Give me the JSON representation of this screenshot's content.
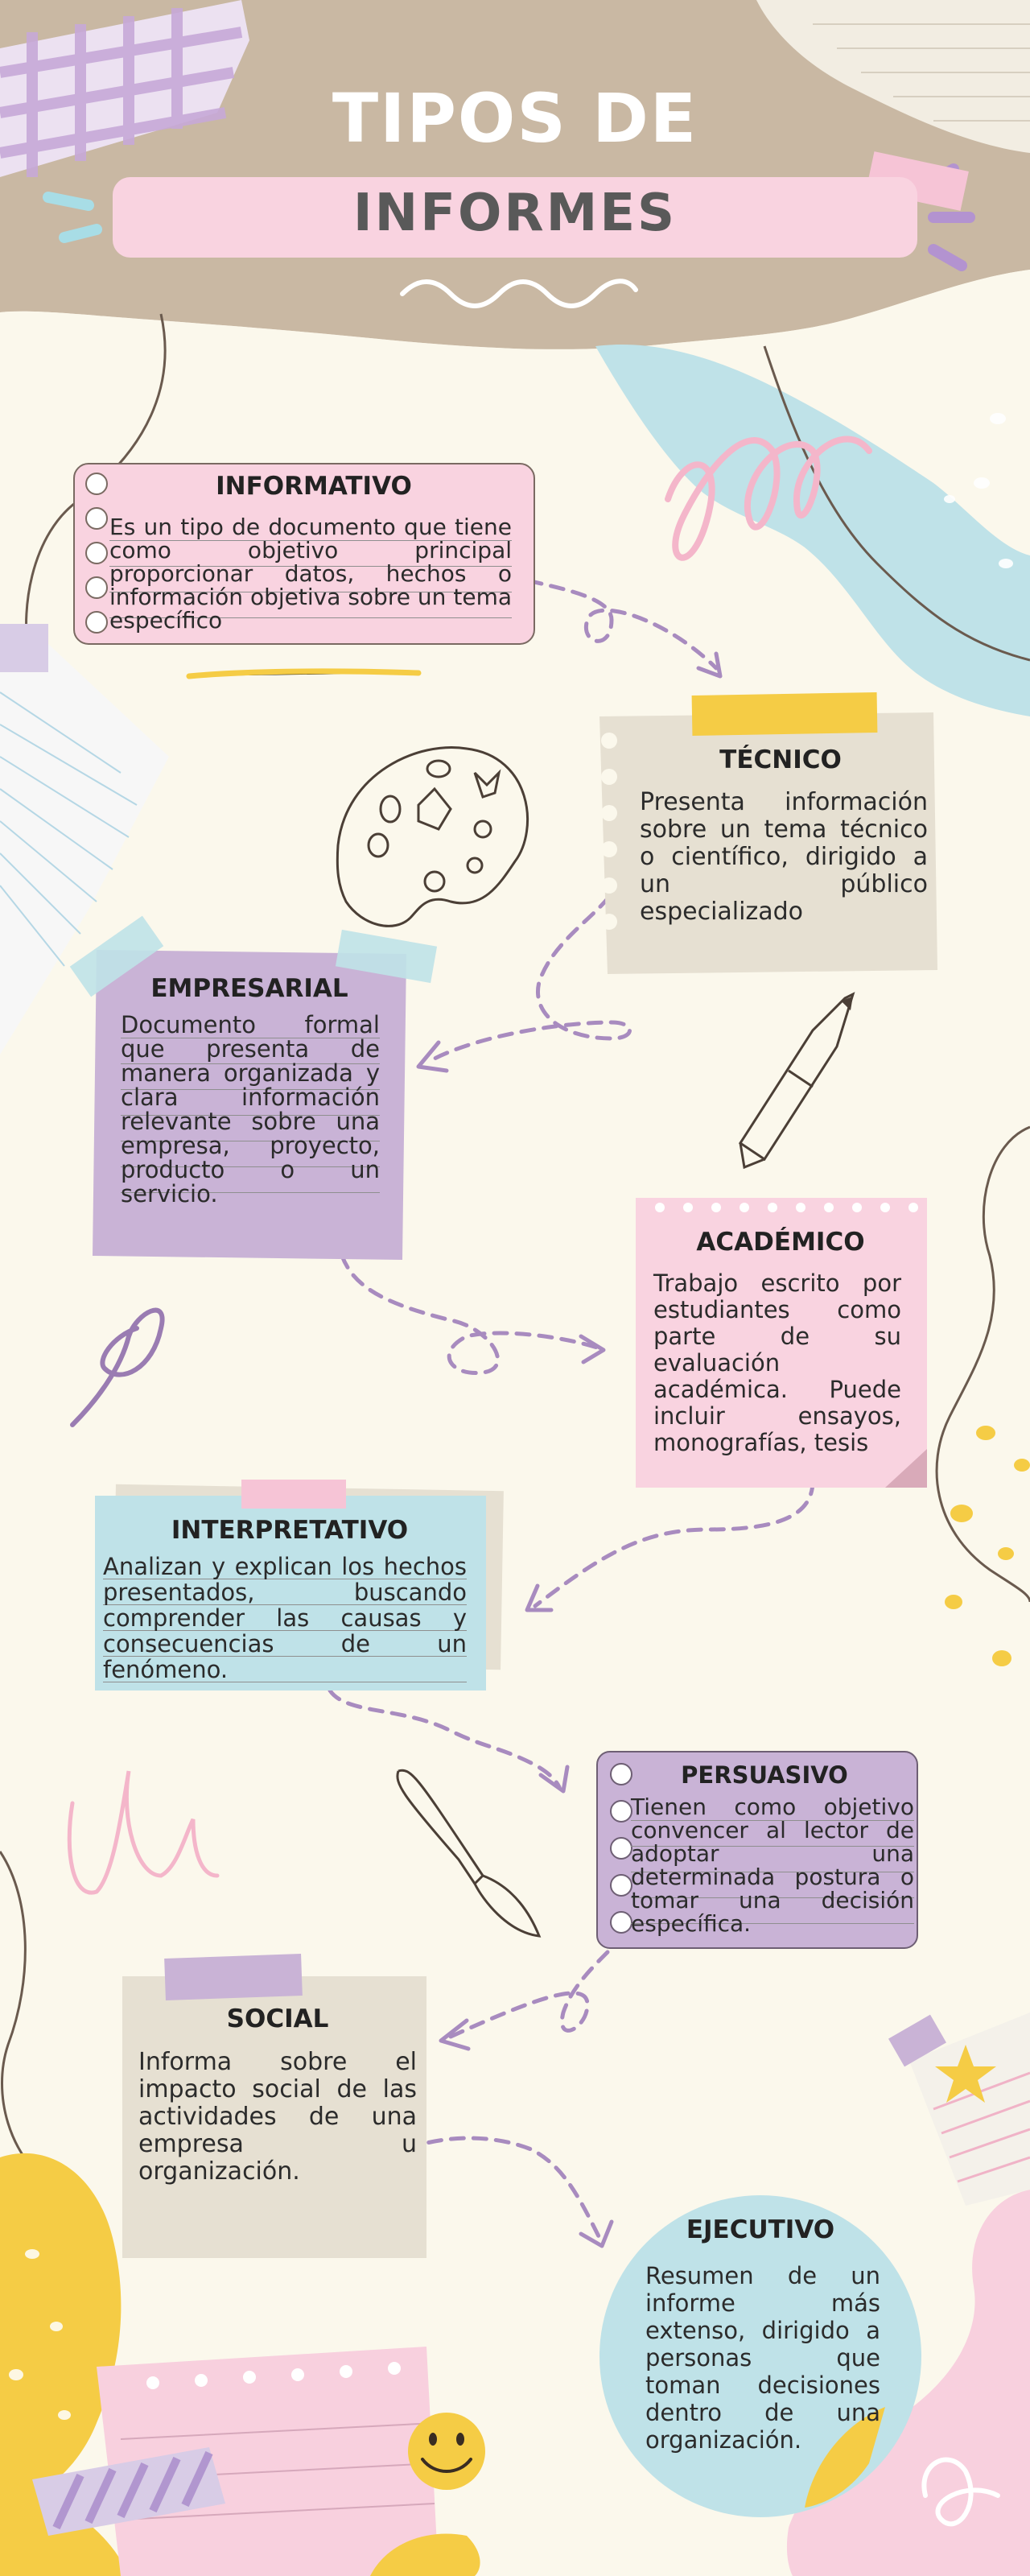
{
  "header": {
    "title_line1": "TIPOS DE",
    "title_line2": "INFORMES"
  },
  "colors": {
    "background": "#fbf8ec",
    "kraft": "#c9b8a3",
    "pink": "#f9d3e0",
    "purple": "#c9b3d6",
    "blue": "#bfe2e8",
    "beige": "#e6e0d2",
    "yellow": "#f5cc45",
    "arrow": "#a88bbf"
  },
  "cards": [
    {
      "id": "informativo",
      "title": "INFORMATIVO",
      "body": "Es un tipo de documento que tiene como objetivo principal proporcionar datos, hechos o información objetiva sobre un tema específico"
    },
    {
      "id": "tecnico",
      "title": "TÉCNICO",
      "body": "Presenta información sobre un tema técnico o científico, dirigido a un público especializado"
    },
    {
      "id": "empresarial",
      "title": "EMPRESARIAL",
      "body": "Documento formal que presenta de manera organizada y clara información relevante sobre una empresa, proyecto, producto o un servicio."
    },
    {
      "id": "academico",
      "title": "ACADÉMICO",
      "body": "Trabajo escrito por estudiantes como parte de su evaluación académica. Puede incluir ensayos, monografías, tesis"
    },
    {
      "id": "interpretativo",
      "title": "INTERPRETATIVO",
      "body": "Analizan y explican los hechos presentados, buscando comprender las causas y consecuencias de un fenómeno."
    },
    {
      "id": "persuasivo",
      "title": "PERSUASIVO",
      "body": "Tienen como objetivo convencer al lector de adoptar una determinada postura o tomar una decisión específica."
    },
    {
      "id": "social",
      "title": "SOCIAL",
      "body": "Informa sobre el impacto social de las actividades de una empresa u organización."
    },
    {
      "id": "ejecutivo",
      "title": "EJECUTIVO",
      "body": "Resumen de un informe más extenso, dirigido a personas que toman decisiones dentro de una organización."
    }
  ]
}
